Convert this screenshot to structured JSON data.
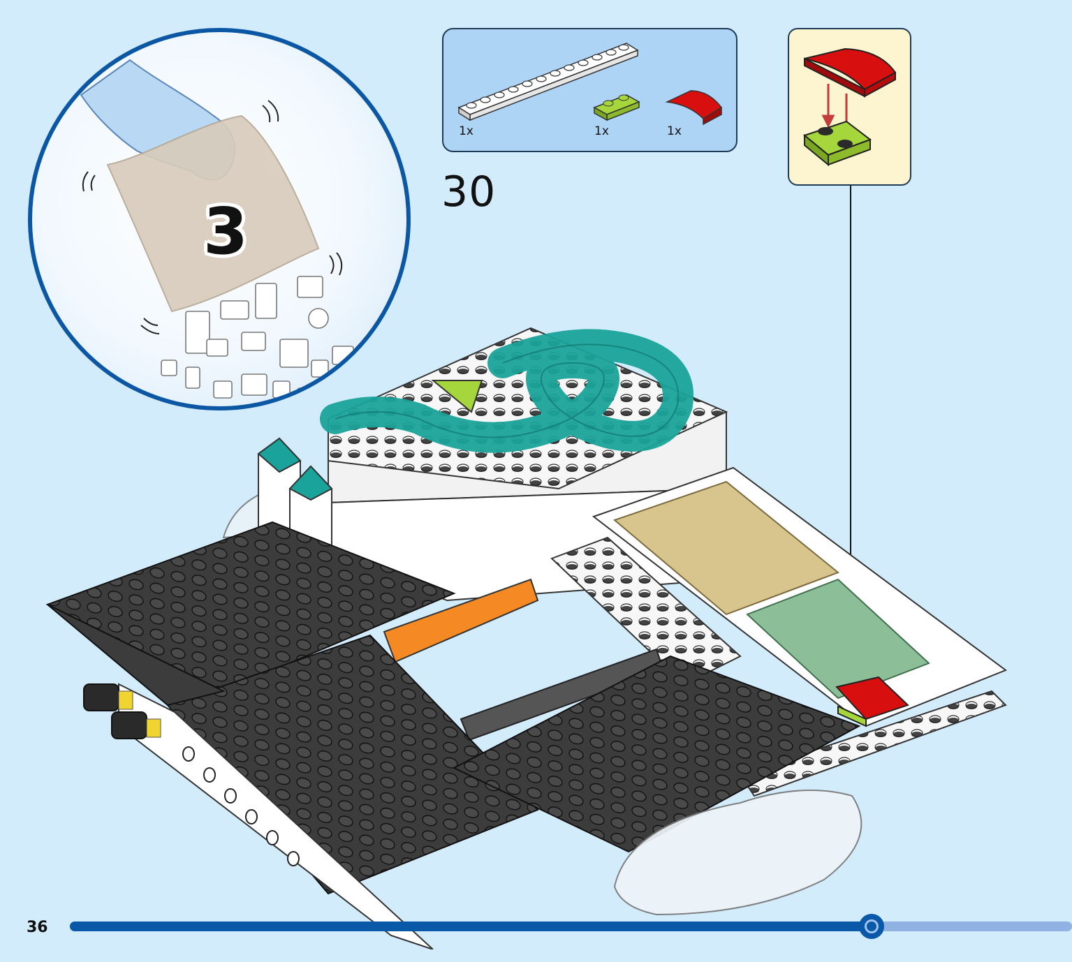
{
  "bag_callout": {
    "bag_number": "3"
  },
  "parts_list": {
    "items": [
      {
        "part": "white-1x12-plate",
        "color": "#ffffff",
        "qty": "1x"
      },
      {
        "part": "lime-1x2-plate",
        "color": "#a5d63c",
        "qty": "1x"
      },
      {
        "part": "red-2x2-curved-slope",
        "color": "#d80f0f",
        "qty": "1x"
      }
    ]
  },
  "step": {
    "number": "30"
  },
  "substep": {
    "parts": [
      "red-2x2-curved-slope",
      "lime-1x2-plate"
    ],
    "arrow_color": "#c43b3b"
  },
  "footer": {
    "page_number": "36",
    "progress": 0.8
  },
  "colors": {
    "background": "#d3ecfc",
    "accent": "#0a58a8",
    "baseplate": "#3c3c3c",
    "teal": "#1aa39a",
    "tan": "#d8c58e",
    "sand_green": "#8cbf97",
    "orange": "#f58a25"
  }
}
